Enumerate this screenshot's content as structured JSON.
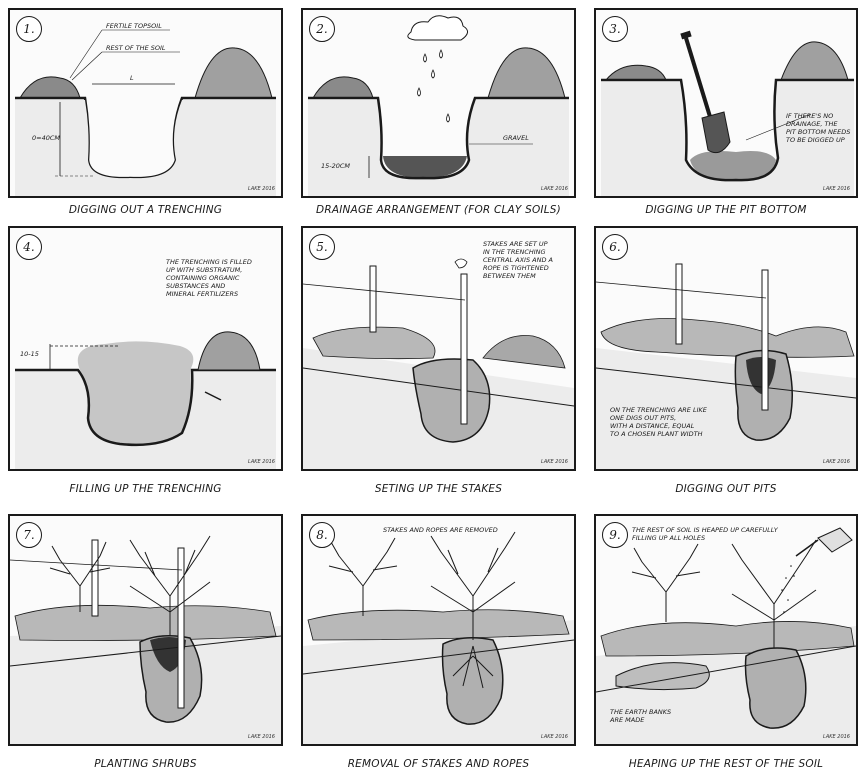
{
  "panels": [
    {
      "number": "1.",
      "caption": "DIGGING OUT A TRENCHING",
      "notes": [
        "FERTILE TOPSOIL",
        "REST OF THE SOIL",
        "L",
        "0=40cm"
      ],
      "signature": "LAKE 2016"
    },
    {
      "number": "2.",
      "caption": "DRAINAGE ARRANGEMENT (FOR CLAY SOILS)",
      "notes": [
        "GRAVEL",
        "15-20cm"
      ],
      "signature": "LAKE 2016"
    },
    {
      "number": "3.",
      "caption": "DIGGING UP THE PIT BOTTOM",
      "notes": [
        "IF THERE'S NO\nDRAINAGE, THE\nPIT BOTTOM NEEDS\nTO BE DIGGED UP"
      ],
      "signature": "LAKE 2016"
    },
    {
      "number": "4.",
      "caption": "FILLING UP THE TRENCHING",
      "notes": [
        "THE TRENCHING IS FILLED\nUP WITH SUBSTRATUM,\nCONTAINING ORGANIC\nSUBSTANCES AND\nMINERAL FERTILIZERS",
        "10-15"
      ],
      "signature": "LAKE 2016"
    },
    {
      "number": "5.",
      "caption": "SETING UP THE STAKES",
      "notes": [
        "STAKES ARE SET UP\nIN THE TRENCHING\nCENTRAL AXIS AND A\nROPE IS TIGHTENED\nBETWEEN THEM"
      ],
      "signature": "LAKE 2016"
    },
    {
      "number": "6.",
      "caption": "DIGGING OUT PITS",
      "notes": [
        "ON THE TRENCHING ARE LIKE\nONE DIGS OUT PITS,\nWITH A DISTANCE, EQUAL\nTO A CHOSEN PLANT WIDTH"
      ],
      "signature": "LAKE 2016"
    },
    {
      "number": "7.",
      "caption": "PLANTING SHRUBS",
      "notes": [],
      "signature": "LAKE 2016"
    },
    {
      "number": "8.",
      "caption": "REMOVAL OF STAKES AND ROPES",
      "notes": [
        "STAKES AND ROPES ARE REMOVED"
      ],
      "signature": "LAKE 2016"
    },
    {
      "number": "9.",
      "caption": "HEAPING UP THE REST OF THE SOIL",
      "notes": [
        "THE REST OF SOIL IS HEAPED UP CAREFULLY\nFILLING UP ALL HOLES",
        "THE EARTH BANKS\nARE MADE"
      ],
      "signature": "LAKE 2016"
    }
  ],
  "colors": {
    "ink": "#1a1a1a",
    "paper": "#fbfbfb",
    "soil": "#9a9a9a"
  }
}
